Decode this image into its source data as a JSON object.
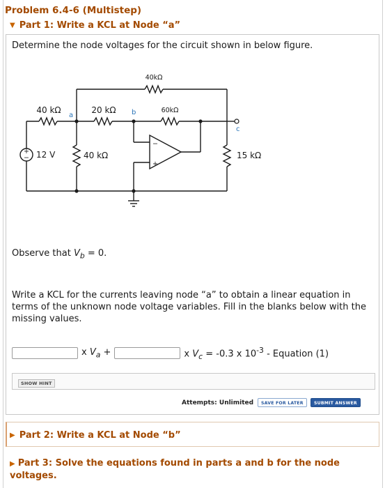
{
  "problem": {
    "title": "Problem 6.4-6 (Multistep)"
  },
  "part1": {
    "header": "Part 1: Write a KCL at Node “a”",
    "instruction": "Determine the node voltages for the circuit shown in below figure.",
    "circuit": {
      "labels": {
        "r_top": "40kΩ",
        "r_left": "40 kΩ",
        "r_ab": "20 kΩ",
        "r_bc": "60kΩ",
        "r_a_ground": "40 kΩ",
        "r_c_ground": "15 kΩ",
        "source": "12 V",
        "node_a": "a",
        "node_b": "b",
        "node_c": "c",
        "opamp_minus": "−",
        "opamp_plus": "+"
      }
    },
    "observe_prefix": "Observe that ",
    "observe_var": "V",
    "observe_sub": "b",
    "observe_suffix": " = 0.",
    "kcl_text": "Write a KCL for the currents leaving node “a” to obtain a linear equation in terms of the unknown node voltage variables. Fill in the blanks below with the missing values.",
    "equation": {
      "input1_value": "",
      "input2_value": "",
      "term1_prefix": "x ",
      "term1_var": "V",
      "term1_sub": "a",
      "plus": " +",
      "term2_prefix": "x ",
      "term2_var": "V",
      "term2_sub": "c",
      "rhs": " = -0.3 x 10",
      "rhs_exp": "-3",
      "suffix": " - Equation (1)"
    },
    "show_hint_label": "SHOW HINT",
    "attempts_label": "Attempts: Unlimited",
    "save_label": "SAVE FOR LATER",
    "submit_label": "SUBMIT ANSWER"
  },
  "part2": {
    "header": "Part 2: Write a KCL at Node “b”"
  },
  "part3": {
    "header": "Part 3: Solve the equations found in parts a and b for the node voltages."
  },
  "colors": {
    "header": "#a34a00",
    "accent": "#2a5aa0"
  }
}
